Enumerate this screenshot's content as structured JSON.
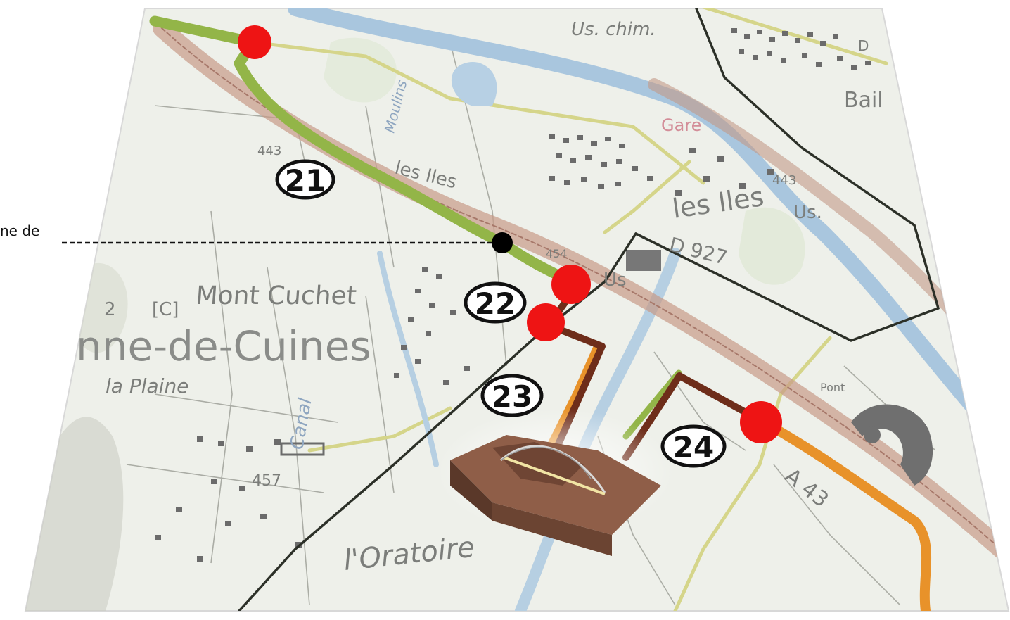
{
  "callout": {
    "label": "ne de"
  },
  "place_labels": {
    "mont_cuchet": "Mont Cuchet",
    "town": "nne-de-Cuines",
    "la_plaine": "la Plaine",
    "canal": "Canal",
    "loratoire": "l'Oratoire",
    "les_iles_mid": "les Iles",
    "les_iles_right": "les Iles",
    "us_chim": "Us. chim.",
    "bail": "Bail",
    "gare": "Gare",
    "moulins": "Moulins",
    "us_mid": "Us",
    "us_right": "Us.",
    "elev_443_left": "443",
    "elev_443_right": "443",
    "elev_454": "454",
    "elev_457": "457",
    "road_d927": "D 927",
    "road_a43": "A 43",
    "pont": "Pont",
    "c_mark": "[C]",
    "num_2": "2",
    "d_mark": "D"
  },
  "markers": [
    {
      "id": "21",
      "label": "21"
    },
    {
      "id": "22",
      "label": "22"
    },
    {
      "id": "23",
      "label": "23"
    },
    {
      "id": "24",
      "label": "24"
    }
  ],
  "colors": {
    "map_bg": "#eef0ea",
    "route_green": "#93b548",
    "route_orange": "#e8922a",
    "route_brown": "#6e2d1a",
    "point_red": "#ee1414",
    "river": "#a9c6de",
    "railway": "#b98c7a",
    "boundary": "#2c3028",
    "road_yellow": "#d5d58a",
    "building": "#6b6b6b"
  }
}
